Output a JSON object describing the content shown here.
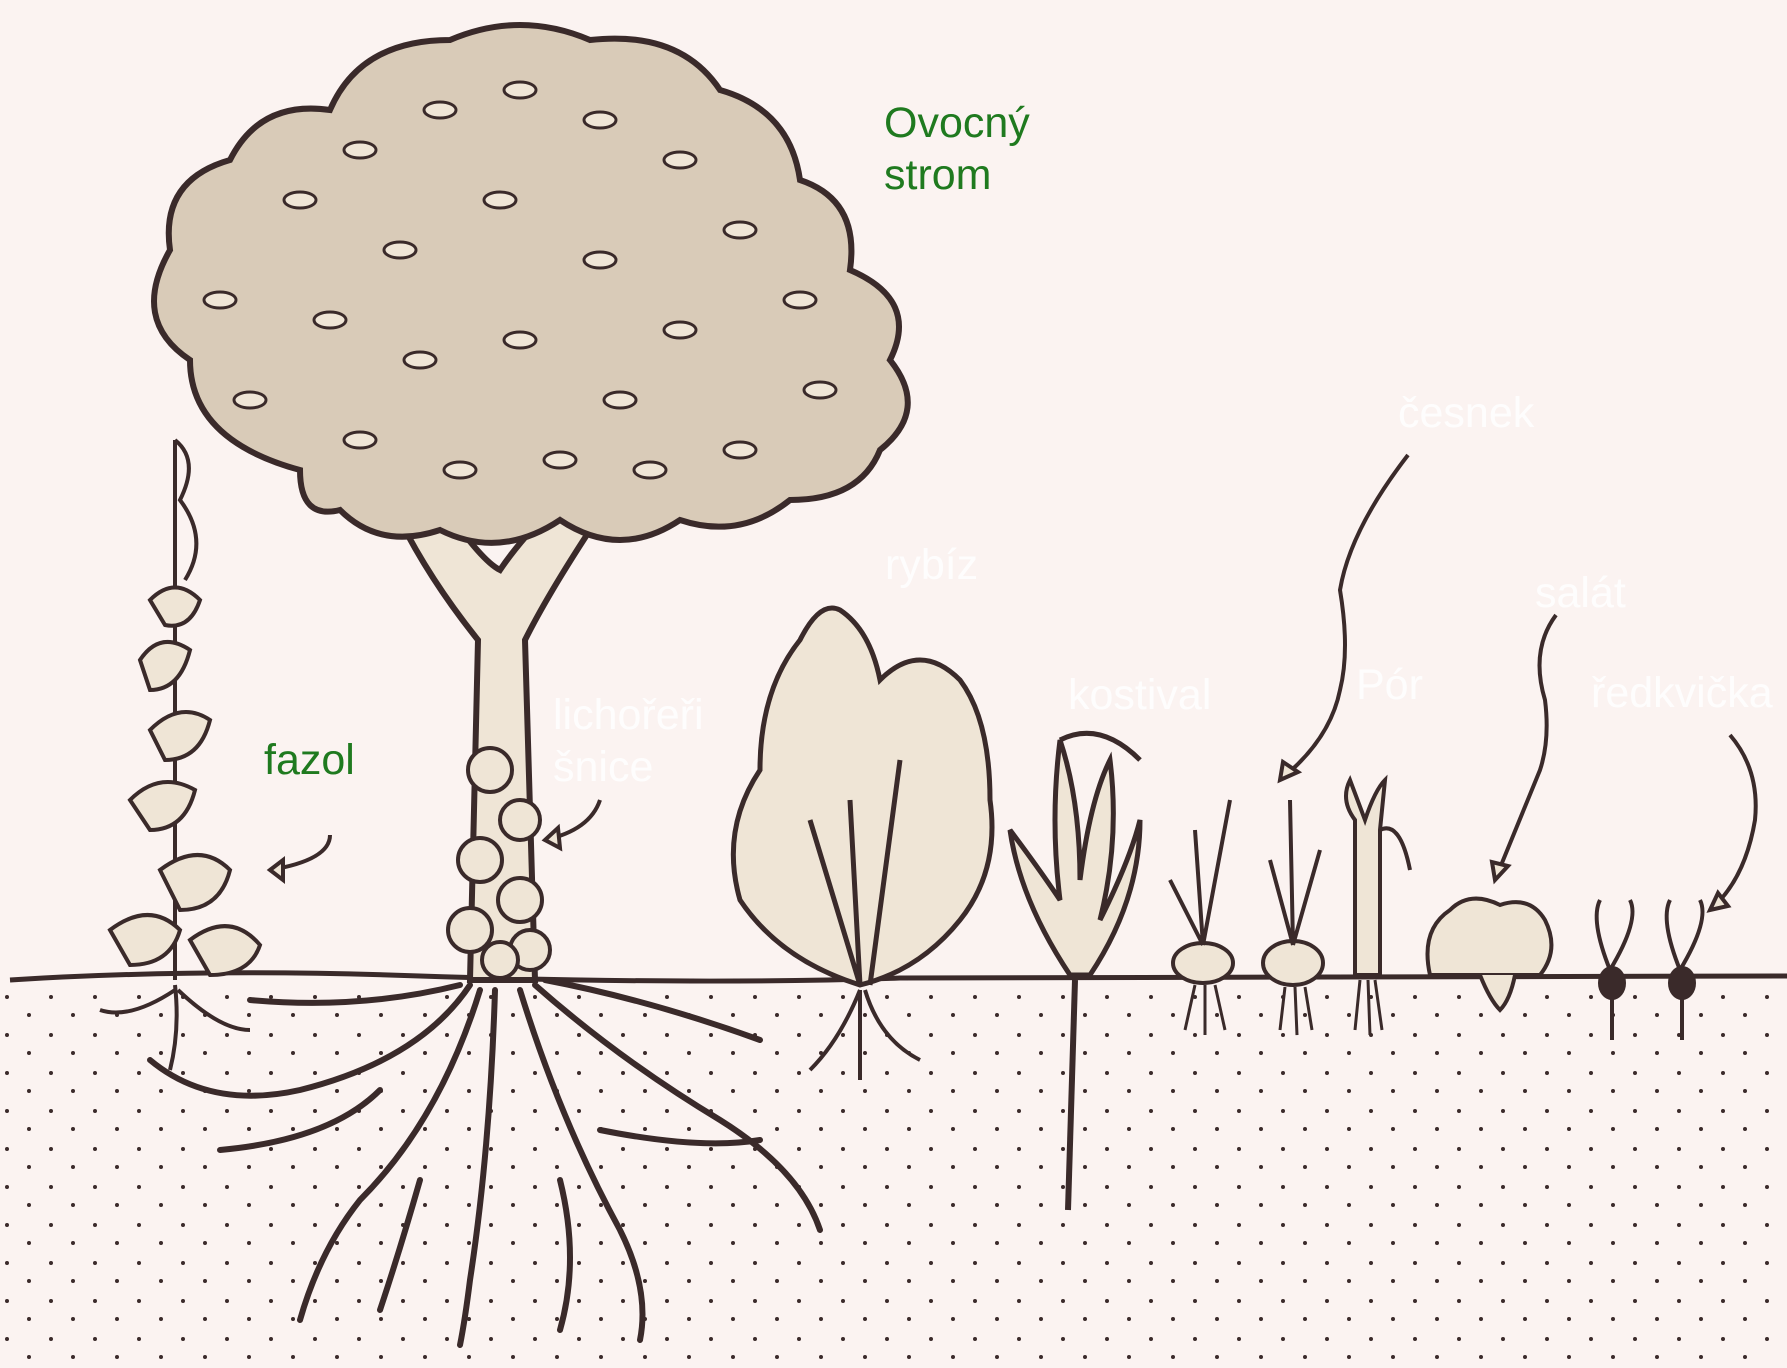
{
  "labels": {
    "fruit_tree": "Ovocný\nstrom",
    "bean": "fazol",
    "nasturtium": "lichořeři\nšnice",
    "currant": "rybíz",
    "comfrey": "kostival",
    "garlic": "česnek",
    "leek": "Pór",
    "lettuce": "salát",
    "radish": "ředkvička"
  },
  "colors": {
    "background": "#fbf3f1",
    "ink": "#3a2a2a",
    "plant_fill": "#efe5d6",
    "label_green": "#1f7a1f",
    "label_white": "#ffffff"
  }
}
